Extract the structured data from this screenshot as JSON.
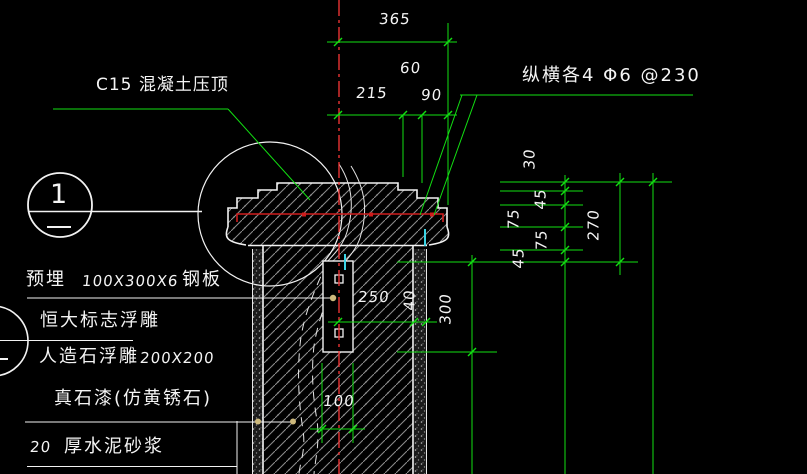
{
  "drawing": {
    "title_context": "column coping construction detail (CAD section)",
    "callout": {
      "number": "1"
    },
    "labels": {
      "coping": "C15 混凝土压顶",
      "rebar_note": "纵横各4 Φ6 @230",
      "embed_prefix": "预埋",
      "embed_size": "100X300X6",
      "embed_suffix": "钢板",
      "logo_relief": "恒大标志浮雕",
      "stone_relief": "人造石浮雕",
      "stone_relief_size": "200X200",
      "paint": "真石漆(仿黄锈石)",
      "mortar_thickness": "20",
      "mortar": "厚水泥砂浆"
    },
    "dimensions": {
      "top_width": "365",
      "top_chain": [
        "215",
        "60",
        "90"
      ],
      "right_chain": [
        "30",
        "45",
        "75",
        "75",
        "45"
      ],
      "right_total": "270",
      "plate_height": "300",
      "plate_offset": "250",
      "finish_thickness": "40",
      "plate_width": "100"
    },
    "colors": {
      "background": "#000000",
      "dimension_green": "#12df12",
      "centerline_red": "#e93434",
      "rebar_red": "#cf1d1d",
      "object_white": "#f2f2f2",
      "hatch_gray": "#8f8f8f",
      "finish_cyan": "#3cd5e6",
      "leader_dot_tan": "#cdb97c"
    }
  }
}
